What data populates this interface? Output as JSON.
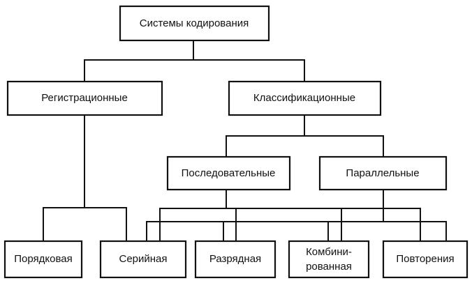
{
  "diagram": {
    "type": "hierarchy",
    "nodes": [
      {
        "id": "root",
        "lines": [
          "Системы кодирования"
        ]
      },
      {
        "id": "registration",
        "lines": [
          "Регистрационные"
        ]
      },
      {
        "id": "classification",
        "lines": [
          "Классификационные"
        ]
      },
      {
        "id": "sequential",
        "lines": [
          "Последовательные"
        ]
      },
      {
        "id": "parallel",
        "lines": [
          "Параллельные"
        ]
      },
      {
        "id": "ordinal",
        "lines": [
          "Порядковая"
        ]
      },
      {
        "id": "serial",
        "lines": [
          "Серийная"
        ]
      },
      {
        "id": "positional",
        "lines": [
          "Разрядная"
        ]
      },
      {
        "id": "combined",
        "lines": [
          "Комбини-",
          "рованная"
        ]
      },
      {
        "id": "repetition",
        "lines": [
          "Повторения"
        ]
      }
    ],
    "edges": [
      {
        "from": "root",
        "to": "registration"
      },
      {
        "from": "root",
        "to": "classification"
      },
      {
        "from": "classification",
        "to": "sequential"
      },
      {
        "from": "classification",
        "to": "parallel"
      },
      {
        "from": "registration",
        "to": "ordinal"
      },
      {
        "from": "registration",
        "to": "serial"
      },
      {
        "from": "sequential",
        "to": "serial"
      },
      {
        "from": "sequential",
        "to": "positional"
      },
      {
        "from": "sequential",
        "to": "combined"
      },
      {
        "from": "sequential",
        "to": "repetition"
      },
      {
        "from": "parallel",
        "to": "serial"
      },
      {
        "from": "parallel",
        "to": "positional"
      },
      {
        "from": "parallel",
        "to": "combined"
      },
      {
        "from": "parallel",
        "to": "repetition"
      }
    ],
    "colors": {
      "line": "#111111",
      "box_fill": "#ffffff",
      "text": "#111111"
    }
  }
}
